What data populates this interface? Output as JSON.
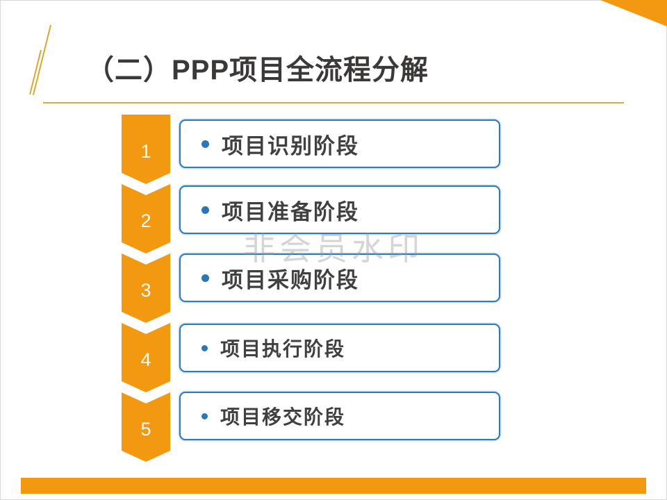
{
  "slide": {
    "title": "（二）PPP项目全流程分解",
    "watermark": "非会员水印",
    "steps": [
      {
        "number": "1",
        "label": "项目识别阶段"
      },
      {
        "number": "2",
        "label": "项目准备阶段"
      },
      {
        "number": "3",
        "label": "项目采购阶段"
      },
      {
        "number": "4",
        "label": "项目执行阶段"
      },
      {
        "number": "5",
        "label": "项目移交阶段"
      }
    ],
    "colors": {
      "chevron_orange": "#f39811",
      "box_border_blue": "#2b7abd",
      "bullet_blue": "#2e75b6",
      "accent_gold": "#ddae3e",
      "title_gray": "#3b3838",
      "footer_orange": "#f39811"
    }
  }
}
